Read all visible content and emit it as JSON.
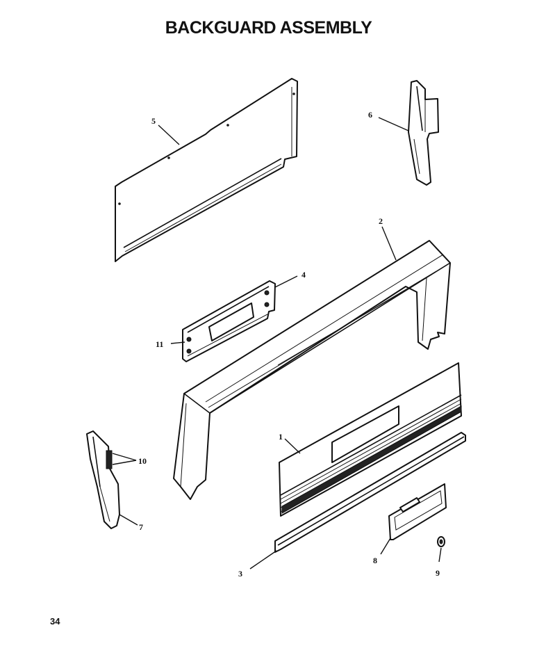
{
  "title": "BACKGUARD ASSEMBLY",
  "page_number": "34",
  "callouts": {
    "c1": "1",
    "c2": "2",
    "c3": "3",
    "c4": "4",
    "c5": "5",
    "c6": "6",
    "c7": "7",
    "c8": "8",
    "c9": "9",
    "c10": "10",
    "c11": "11"
  }
}
